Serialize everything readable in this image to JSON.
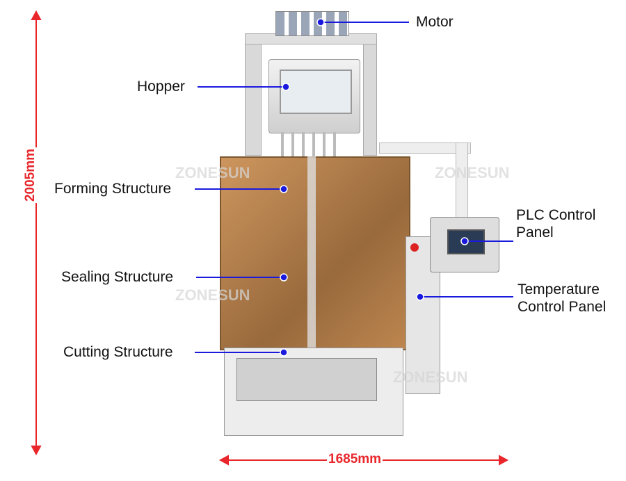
{
  "labels": {
    "motor": "Motor",
    "hopper": "Hopper",
    "forming": "Forming Structure",
    "sealing": "Sealing Structure",
    "cutting": "Cutting Structure",
    "plc_line1": "PLC Control",
    "plc_line2": "Panel",
    "temp_line1": "Temperature",
    "temp_line2": "Control Panel"
  },
  "dimensions": {
    "height": "2005mm",
    "width": "1685mm"
  },
  "watermark": "ZONESUN",
  "colors": {
    "dimension": "#e8262b",
    "leader": "#1a1adf",
    "panel": "#b5651d"
  }
}
